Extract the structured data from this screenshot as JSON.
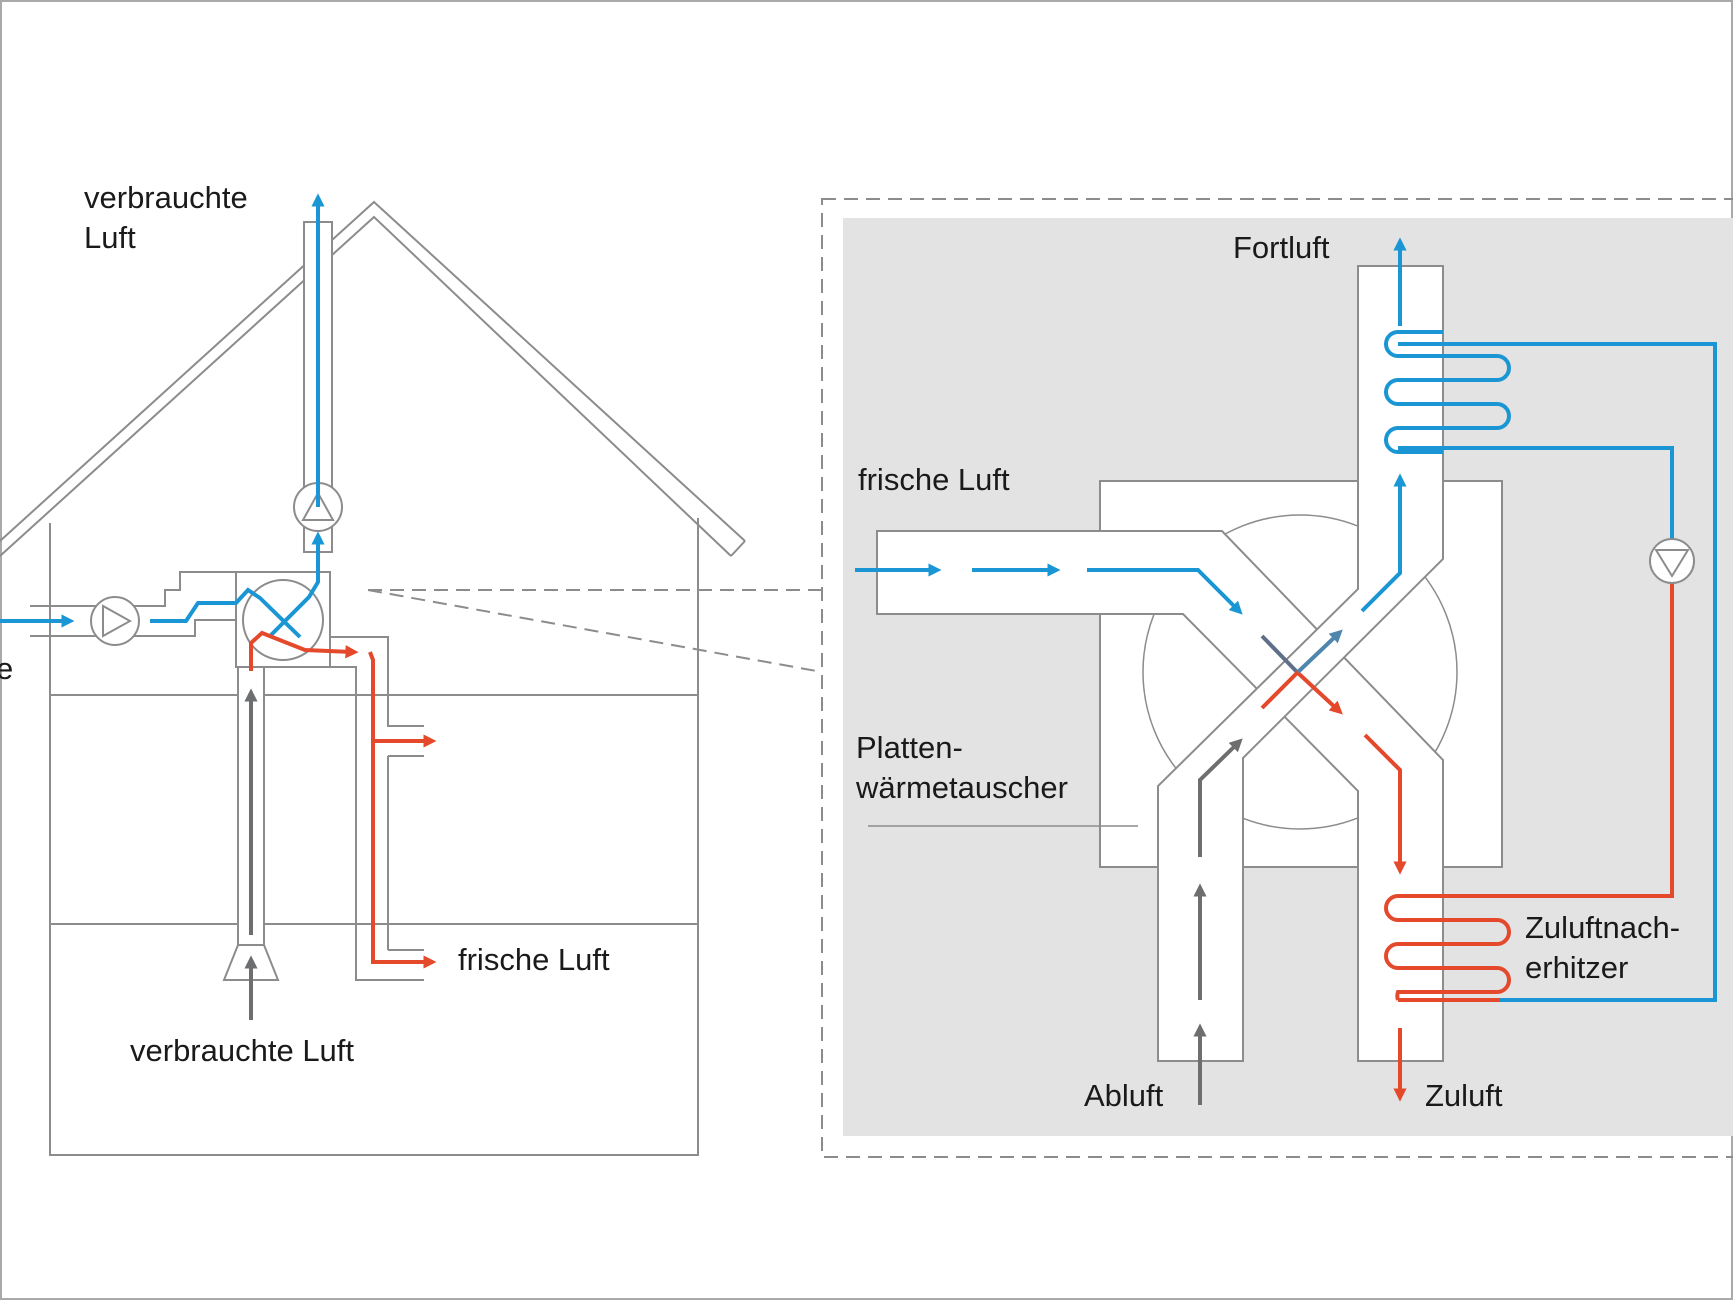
{
  "labels": {
    "spent_air_top_1": "verbrauchte",
    "spent_air_top_2": "Luft",
    "left_edge_fragment": "e",
    "fresh_air_house": "frische Luft",
    "spent_air_bottom": "verbrauchte Luft",
    "fortluft": "Fortluft",
    "fresh_air_detail": "frische Luft",
    "plate_hx_1": "Platten-",
    "plate_hx_2": "wärmetauscher",
    "abluft": "Abluft",
    "zuluft": "Zuluft",
    "reheater_1": "Zuluftnach-",
    "reheater_2": "erhitzer"
  },
  "colors": {
    "blue": "#1a96d4",
    "red": "#e5492b",
    "gray_arrow": "#6d6e70",
    "outline": "#8c8c8c",
    "panel": "#e3e3e3",
    "frame": "#a9a9a9"
  }
}
